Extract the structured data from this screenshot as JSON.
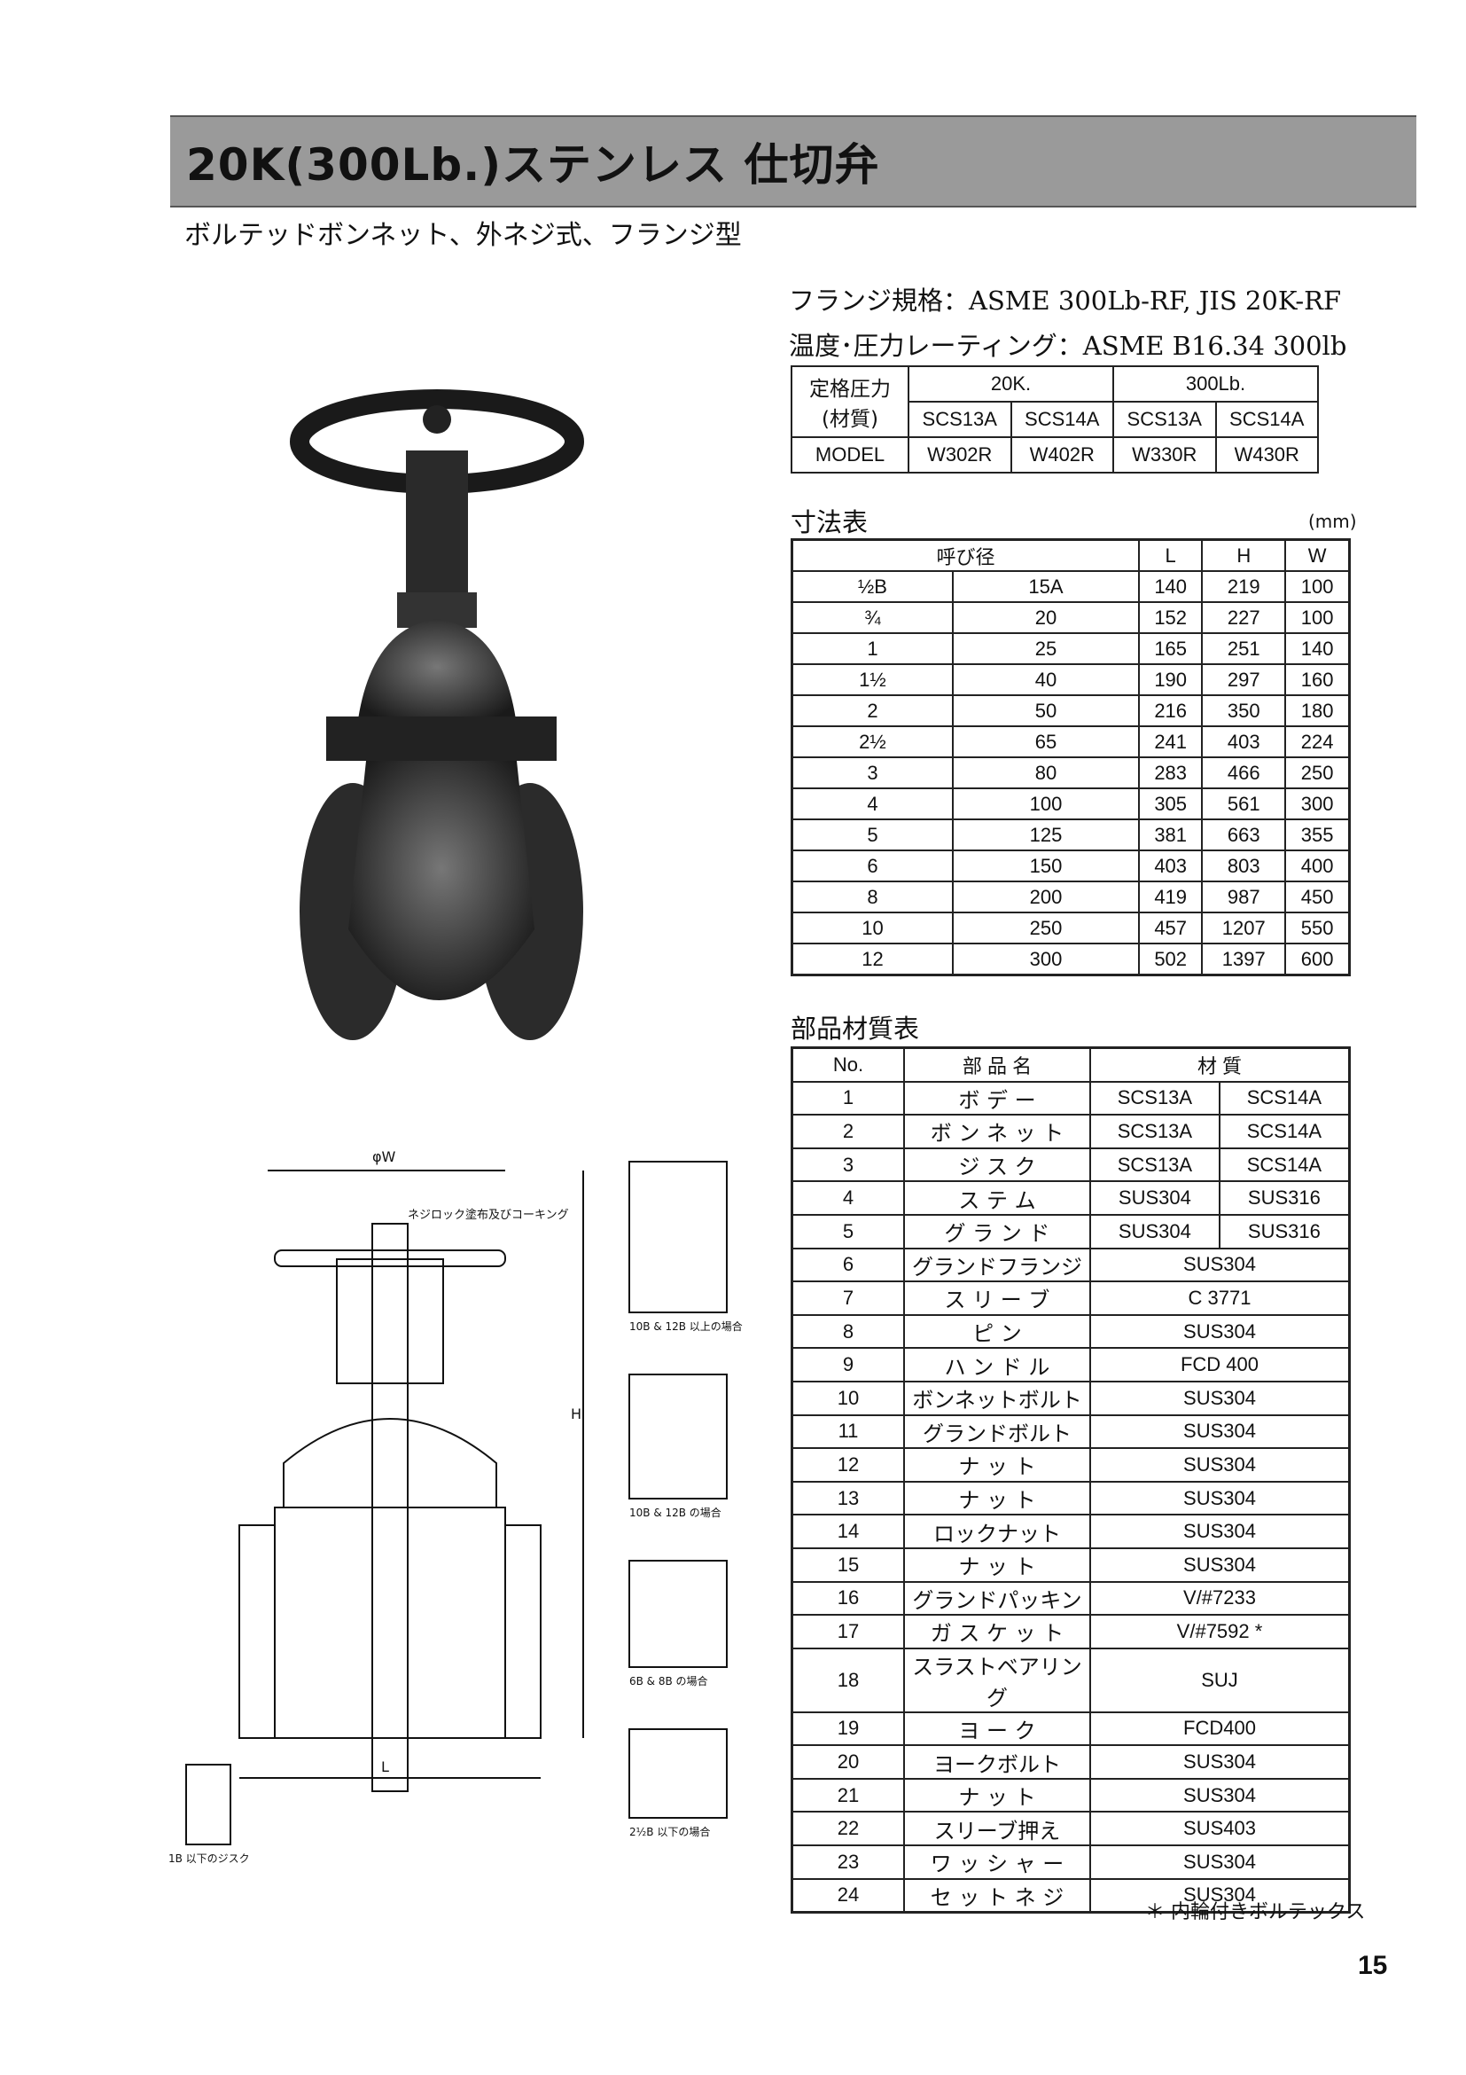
{
  "title": "20K(300Lb.)ステンレス 仕切弁",
  "subtitle": "ボルテッドボンネット、外ネジ式、フランジ型",
  "specs": {
    "flange_label": "フランジ規格：",
    "flange_value": "ASME 300Lb-RF, JIS 20K-RF",
    "rating_label": "温度･圧力レーティング：",
    "rating_value": "ASME B16.34 300lb"
  },
  "rating_table": {
    "row_label_1": "定格圧力",
    "row_label_2": "(材質)",
    "model_label": "MODEL",
    "group_20k": "20K.",
    "group_300lb": "300Lb.",
    "materials": [
      "SCS13A",
      "SCS14A",
      "SCS13A",
      "SCS14A"
    ],
    "models": [
      "W302R",
      "W402R",
      "W330R",
      "W430R"
    ]
  },
  "dimensions": {
    "label": "寸法表",
    "unit": "(mm)",
    "headers": [
      "呼び径",
      "L",
      "H",
      "W"
    ],
    "rows": [
      [
        "½B",
        "15A",
        "140",
        "219",
        "100"
      ],
      [
        "¾",
        "20",
        "152",
        "227",
        "100"
      ],
      [
        "1",
        "25",
        "165",
        "251",
        "140"
      ],
      [
        "1½",
        "40",
        "190",
        "297",
        "160"
      ],
      [
        "2",
        "50",
        "216",
        "350",
        "180"
      ],
      [
        "2½",
        "65",
        "241",
        "403",
        "224"
      ],
      [
        "3",
        "80",
        "283",
        "466",
        "250"
      ],
      [
        "4",
        "100",
        "305",
        "561",
        "300"
      ],
      [
        "5",
        "125",
        "381",
        "663",
        "355"
      ],
      [
        "6",
        "150",
        "403",
        "803",
        "400"
      ],
      [
        "8",
        "200",
        "419",
        "987",
        "450"
      ],
      [
        "10",
        "250",
        "457",
        "1207",
        "550"
      ],
      [
        "12",
        "300",
        "502",
        "1397",
        "600"
      ]
    ]
  },
  "parts": {
    "label": "部品材質表",
    "headers": [
      "No.",
      "部 品 名",
      "材 質"
    ],
    "rows": [
      {
        "no": "1",
        "name": "ボ デ ー",
        "m1": "SCS13A",
        "m2": "SCS14A"
      },
      {
        "no": "2",
        "name": "ボ ン ネ ッ ト",
        "m1": "SCS13A",
        "m2": "SCS14A"
      },
      {
        "no": "3",
        "name": "ジ ス ク",
        "m1": "SCS13A",
        "m2": "SCS14A"
      },
      {
        "no": "4",
        "name": "ス テ ム",
        "m1": "SUS304",
        "m2": "SUS316"
      },
      {
        "no": "5",
        "name": "グ ラ ン ド",
        "m1": "SUS304",
        "m2": "SUS316"
      },
      {
        "no": "6",
        "name": "グランドフランジ",
        "m": "SUS304"
      },
      {
        "no": "7",
        "name": "ス リ ー ブ",
        "m": "C 3771"
      },
      {
        "no": "8",
        "name": "ピ ン",
        "m": "SUS304"
      },
      {
        "no": "9",
        "name": "ハ ン ド ル",
        "m": "FCD 400"
      },
      {
        "no": "10",
        "name": "ボンネットボルト",
        "m": "SUS304"
      },
      {
        "no": "11",
        "name": "グランドボルト",
        "m": "SUS304"
      },
      {
        "no": "12",
        "name": "ナ ッ ト",
        "m": "SUS304"
      },
      {
        "no": "13",
        "name": "ナ ッ ト",
        "m": "SUS304"
      },
      {
        "no": "14",
        "name": "ロックナット",
        "m": "SUS304"
      },
      {
        "no": "15",
        "name": "ナ ッ ト",
        "m": "SUS304"
      },
      {
        "no": "16",
        "name": "グランドパッキン",
        "m": "V/#7233"
      },
      {
        "no": "17",
        "name": "ガ ス ケ ッ ト",
        "m": "V/#7592 *"
      },
      {
        "no": "18",
        "name": "スラストベアリング",
        "m": "SUJ"
      },
      {
        "no": "19",
        "name": "ヨ ー ク",
        "m": "FCD400"
      },
      {
        "no": "20",
        "name": "ヨークボルト",
        "m": "SUS304"
      },
      {
        "no": "21",
        "name": "ナ ッ ト",
        "m": "SUS304"
      },
      {
        "no": "22",
        "name": "スリーブ押え",
        "m": "SUS403"
      },
      {
        "no": "23",
        "name": "ワ ッ シ ャ ー",
        "m": "SUS304"
      },
      {
        "no": "24",
        "name": "セ ッ ト ネ ジ",
        "m": "SUS304"
      }
    ]
  },
  "drawing": {
    "phi_w": "φW",
    "lock_note": "ネジロック塗布及びコーキング",
    "h_label": "H",
    "l_label": "L",
    "disc_note": "1B 以下のジスク",
    "v1_note": "10B & 12B 以上の場合",
    "v2_note": "10B & 12B の場合",
    "v3_note": "6B & 8B の場合",
    "v4_note": "2½B 以下の場合"
  },
  "footnote": "＊ 内輪付きボルテックス",
  "page_number": "15"
}
